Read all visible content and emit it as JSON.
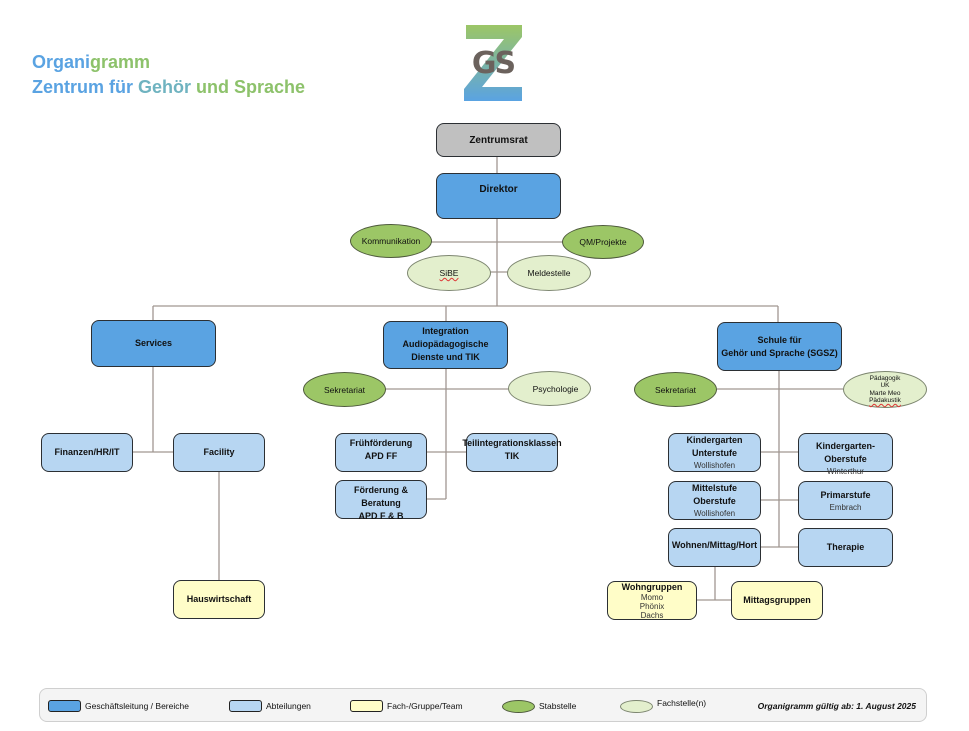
{
  "header": {
    "title_line1": [
      {
        "text": "Organi",
        "color": "#5aa3e2"
      },
      {
        "text": "gramm",
        "color": "#8dc26b"
      }
    ],
    "title_line2": [
      {
        "text": "Zentrum für ",
        "color": "#5aa3e2"
      },
      {
        "text": "Gehör ",
        "color": "#6fb3c0"
      },
      {
        "text": "und Sprache",
        "color": "#8dc26b"
      }
    ],
    "logo": {
      "letters": "GS",
      "background_letter": "Z",
      "colors": {
        "top": "#9cc666",
        "bottom": "#5aa3e2",
        "letters": "#6b625d"
      }
    }
  },
  "colors": {
    "geschaeftsleitung": "#5aa3e2",
    "abteilung": "#b7d6f2",
    "team": "#fffdc8",
    "stabstelle": "#9cc666",
    "fachstelle": "#e3efcd",
    "zentrumsrat": "#c0c0c0",
    "connector": "#a09691"
  },
  "top": {
    "zentrumsrat": "Zentrumsrat",
    "direktor": "Direktor",
    "staff": {
      "kommunikation": "Kommunikation",
      "qm": "QM/Projekte",
      "sibe": "SiBE",
      "meldestelle": "Meldestelle"
    }
  },
  "services": {
    "title": "Services",
    "finanzen": "Finanzen/HR/IT",
    "facility": "Facility",
    "hauswirtschaft": "Hauswirtschaft"
  },
  "integration": {
    "title": [
      "Integration",
      "Audiopädagogische",
      "Dienste und TIK"
    ],
    "sekretariat": "Sekretariat",
    "psychologie": "Psychologie",
    "fruehfoerderung": [
      "Frühförderung",
      "APD FF"
    ],
    "teilintegration": [
      "Teilintegrationsklassen",
      "TIK"
    ],
    "foerderung": [
      "Förderung & Beratung",
      "APD F & B"
    ]
  },
  "schule": {
    "title": [
      "Schule für",
      "Gehör und Sprache (SGSZ)"
    ],
    "sekretariat": "Sekretariat",
    "fachstellen": [
      "Pädagogik",
      "UK",
      "Marte Meo",
      "Pädakustik"
    ],
    "kg_unterstufe": {
      "lines": [
        "Kindergarten",
        "Unterstufe"
      ],
      "location": "Wollishofen"
    },
    "kg_oberstufe": {
      "lines": [
        "Kindergarten-Oberstufe"
      ],
      "location": "Winterthur"
    },
    "mittelstufe": {
      "lines": [
        "Mittelstufe",
        "Oberstufe"
      ],
      "location": "Wollishofen"
    },
    "primarstufe": {
      "lines": [
        "Primarstufe"
      ],
      "location": "Embrach"
    },
    "wohnen": "Wohnen/Mittag/Hort",
    "therapie": "Therapie",
    "wohngruppen": {
      "title": "Wohngruppen",
      "groups": [
        "Momo",
        "Phönix",
        "Dachs"
      ]
    },
    "mittagsgruppen": "Mittagsgruppen"
  },
  "legend": {
    "items": [
      {
        "label": "Geschäftsleitung / Bereiche"
      },
      {
        "label": "Abteilungen"
      },
      {
        "label": "Fach-/Gruppe/Team"
      },
      {
        "label": "Stabstelle"
      },
      {
        "label": "Fachstelle(n)"
      }
    ],
    "valid_from": "Organigramm gültig ab: 1. August 2025"
  }
}
